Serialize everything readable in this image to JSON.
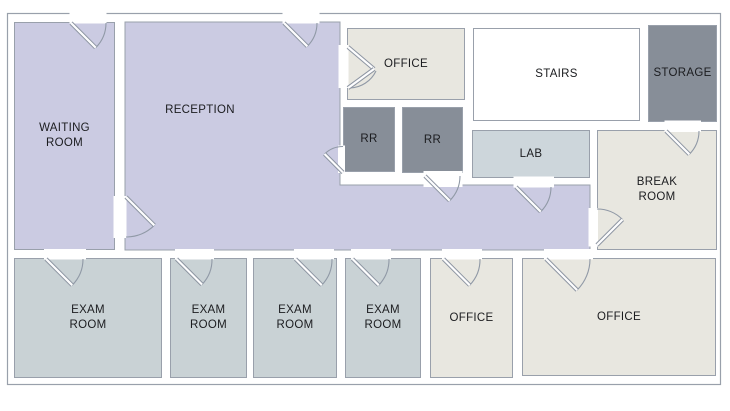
{
  "figure": {
    "type": "floor-plan"
  },
  "rooms": [
    {
      "id": "waiting-room",
      "label": "WAITING ROOM"
    },
    {
      "id": "reception",
      "label": "RECEPTION"
    },
    {
      "id": "office-top",
      "label": "OFFICE"
    },
    {
      "id": "stairs",
      "label": "STAIRS"
    },
    {
      "id": "storage",
      "label": "STORAGE"
    },
    {
      "id": "restroom-1",
      "label": "RR"
    },
    {
      "id": "restroom-2",
      "label": "RR"
    },
    {
      "id": "lab",
      "label": "LAB"
    },
    {
      "id": "break-room",
      "label": "BREAK ROOM"
    },
    {
      "id": "exam-room-1",
      "label": "EXAM ROOM"
    },
    {
      "id": "exam-room-2",
      "label": "EXAM ROOM"
    },
    {
      "id": "exam-room-3",
      "label": "EXAM ROOM"
    },
    {
      "id": "exam-room-4",
      "label": "EXAM ROOM"
    },
    {
      "id": "office-bottom-1",
      "label": "OFFICE"
    },
    {
      "id": "office-bottom-2",
      "label": "OFFICE"
    }
  ],
  "palette": {
    "reception_lavender": "#cbcbe2",
    "office_beige": "#e8e7e0",
    "exam_blue_gray": "#c9d2d5",
    "lab_blue_gray": "#cdd6db",
    "storage_dark_gray": "#878e98",
    "stairs_white": "#ffffff",
    "wall_fill": "#ffffff",
    "wall_line": "#99a0ab",
    "label_text": "#1b1c1f"
  }
}
